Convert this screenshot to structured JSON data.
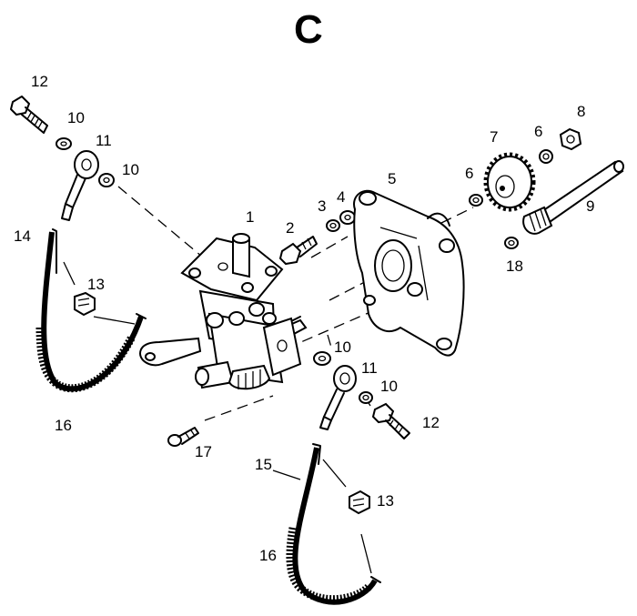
{
  "diagram": {
    "section_letter": "C",
    "labels": {
      "l1": "1",
      "l2": "2",
      "l3": "3",
      "l4": "4",
      "l5": "5",
      "l6a": "6",
      "l6b": "6",
      "l7": "7",
      "l8": "8",
      "l9": "9",
      "l10a": "10",
      "l10b": "10",
      "l10c": "10",
      "l10d": "10",
      "l11a": "11",
      "l11b": "11",
      "l12a": "12",
      "l12b": "12",
      "l13a": "13",
      "l13b": "13",
      "l14": "14",
      "l15": "15",
      "l16a": "16",
      "l16b": "16",
      "l17": "17",
      "l18": "18"
    }
  }
}
